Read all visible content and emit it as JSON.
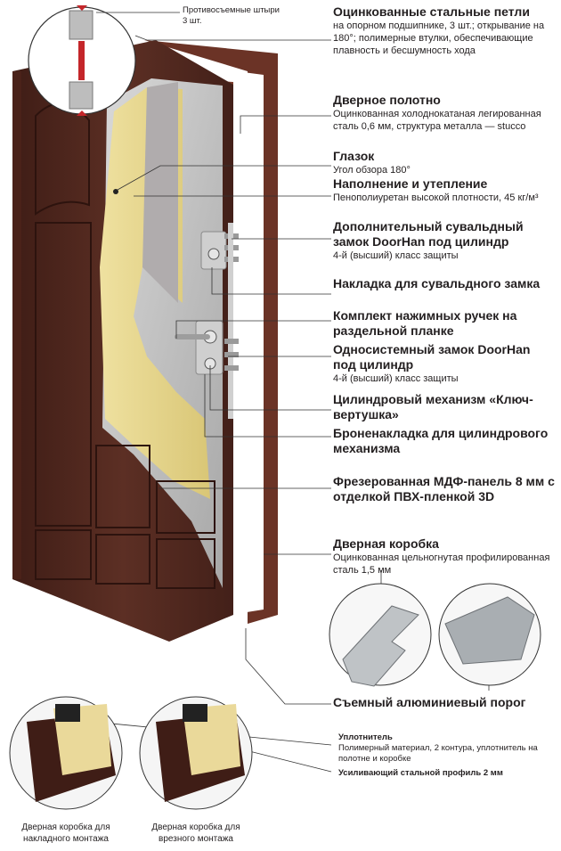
{
  "pins": {
    "title": "Противосъемные штыри",
    "count": "3 шт."
  },
  "callouts": [
    {
      "title": "Оцинкованные стальные петли",
      "desc": "на опорном подшипнике, 3 шт.; открывание на 180°; полимерные втулки, обеспечивающие плавность и бесшумность хода"
    },
    {
      "title": "Дверное полотно",
      "desc": "Оцинкованная холоднокатаная легированная сталь 0,6 мм, структура металла — stucco"
    },
    {
      "title": "Глазок",
      "desc": "Угол обзора 180°"
    },
    {
      "title": "Наполнение и утепление",
      "desc": "Пенополиуретан высокой плотности, 45 кг/м³"
    },
    {
      "title": "Дополнительный сувальдный замок DoorHan под цилиндр",
      "desc": "4-й (высший) класс защиты"
    },
    {
      "title": "Накладка для сувальдного замка",
      "desc": ""
    },
    {
      "title": "Комплект нажимных ручек на раздельной планке",
      "desc": ""
    },
    {
      "title": "Односистемный замок DoorHan под цилиндр",
      "desc": "4-й (высший) класс защиты"
    },
    {
      "title": "Цилиндровый механизм «Ключ-вертушка»",
      "desc": ""
    },
    {
      "title": "Броненакладка для цилиндрового механизма",
      "desc": ""
    },
    {
      "title": "Фрезерованная МДФ-панель 8 мм с отделкой ПВХ-пленкой 3D",
      "desc": ""
    },
    {
      "title": "Дверная коробка",
      "desc": "Оцинкованная цельногнутая профилированная сталь 1,5 мм"
    },
    {
      "title": "Съемный алюминиевый порог",
      "desc": ""
    }
  ],
  "seal": {
    "title": "Уплотнитель",
    "desc": "Полимерный материал, 2 контура, уплотнитель на полотне и коробке"
  },
  "profile": {
    "title": "Усиливающий стальной профиль 2 мм"
  },
  "captions": {
    "overlay": "Дверная коробка для накладного монтажа",
    "mortise": "Дверная коробка для врезного монтажа"
  },
  "colors": {
    "wood": "#5a2e23",
    "wood_dark": "#3e1e17",
    "foam": "#e8d98a",
    "steel": "#b9b9b9",
    "frame": "#6b3326"
  }
}
